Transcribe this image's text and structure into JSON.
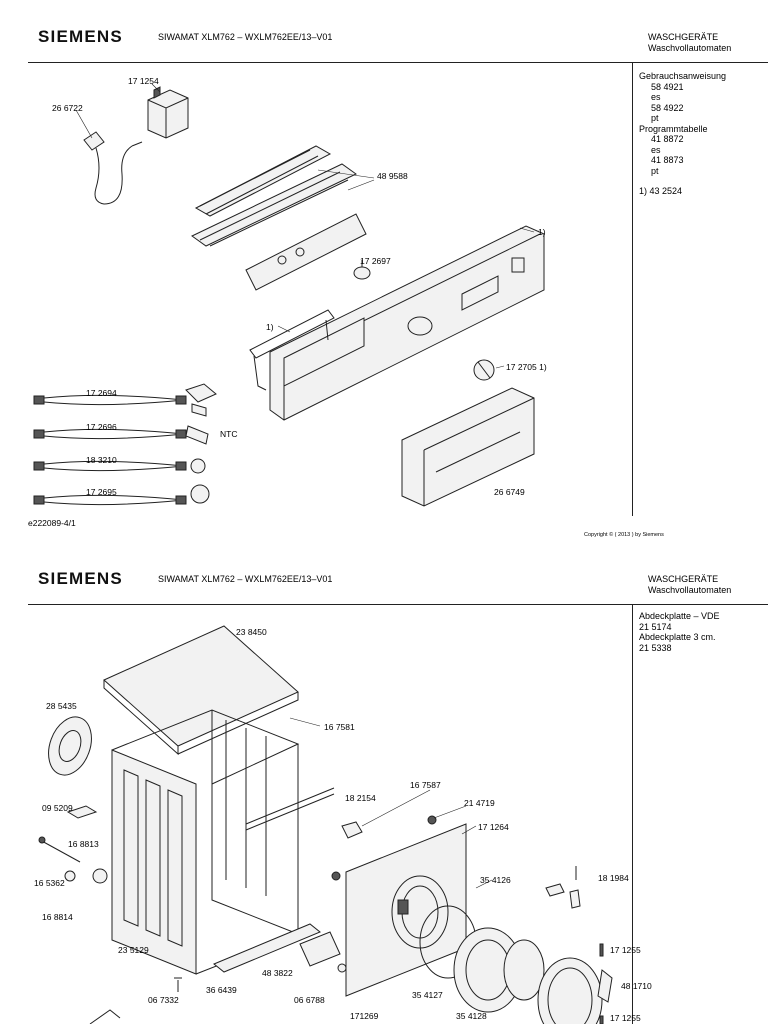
{
  "page1": {
    "brand": "SIEMENS",
    "model": "SIWAMAT XLM762 – WXLM762EE/13–V01",
    "category_line1": "WASCHGERÄTE",
    "category_line2": "Waschvollautomaten",
    "side_notes": [
      {
        "text": "Gebrauchsanweisung",
        "indent": false
      },
      {
        "text": "58 4921",
        "indent": true
      },
      {
        "text": "es",
        "indent": true
      },
      {
        "text": "58 4922",
        "indent": true
      },
      {
        "text": "pt",
        "indent": true
      },
      {
        "text": "Programmtabelle",
        "indent": false
      },
      {
        "text": "41 8872",
        "indent": true
      },
      {
        "text": "es",
        "indent": true
      },
      {
        "text": "41 8873",
        "indent": true
      },
      {
        "text": "pt",
        "indent": true
      },
      {
        "text": "",
        "indent": false
      },
      {
        "text": "1)  43 2524",
        "indent": false
      }
    ],
    "labels": {
      "p171254": "17 1254",
      "p266722": "26 6722",
      "p489588": "48 9588",
      "note1a": "1)",
      "p172697": "17 2697",
      "note1b": "1)",
      "p1727051": "17 2705 1)",
      "p172694": "17 2694",
      "p172696": "17 2696",
      "ntc": "NTC",
      "p183210": "18 3210",
      "p172695": "17 2695",
      "p266749": "26 6749"
    },
    "drawing_id": "e222089-4/1",
    "copyright": "Copyright © ( 2013 ) by Siemens"
  },
  "page2": {
    "brand": "SIEMENS",
    "model": "SIWAMAT XLM762 – WXLM762EE/13–V01",
    "category_line1": "WASCHGERÄTE",
    "category_line2": "Waschvollautomaten",
    "side_notes": [
      {
        "text": "Abdeckplatte – VDE",
        "indent": false
      },
      {
        "text": "21 5174",
        "indent": false
      },
      {
        "text": "Abdeckplatte 3 cm.",
        "indent": false
      },
      {
        "text": "21 5338",
        "indent": false
      }
    ],
    "labels": {
      "p238450": "23 8450",
      "p285435": "28 5435",
      "p167581": "16 7581",
      "p095209": "09 5209",
      "p167587": "16 7587",
      "p182154": "18 2154",
      "p214719": "21 4719",
      "p171264": "17 1264",
      "p168813": "16 8813",
      "p165362": "16 5362",
      "p354126": "35 4126",
      "p181984": "18 1984",
      "p168814": "16 8814",
      "p235129": "23 5129",
      "p171255a": "17 1255",
      "p483822": "48 3822",
      "p481710": "48 1710",
      "p067332": "06 7332",
      "p364639": "36 6439",
      "p066788": "06 6788",
      "p354127": "35 4127",
      "p171269": "171269",
      "p354128": "35 4128",
      "p171255b": "17 1255"
    }
  }
}
